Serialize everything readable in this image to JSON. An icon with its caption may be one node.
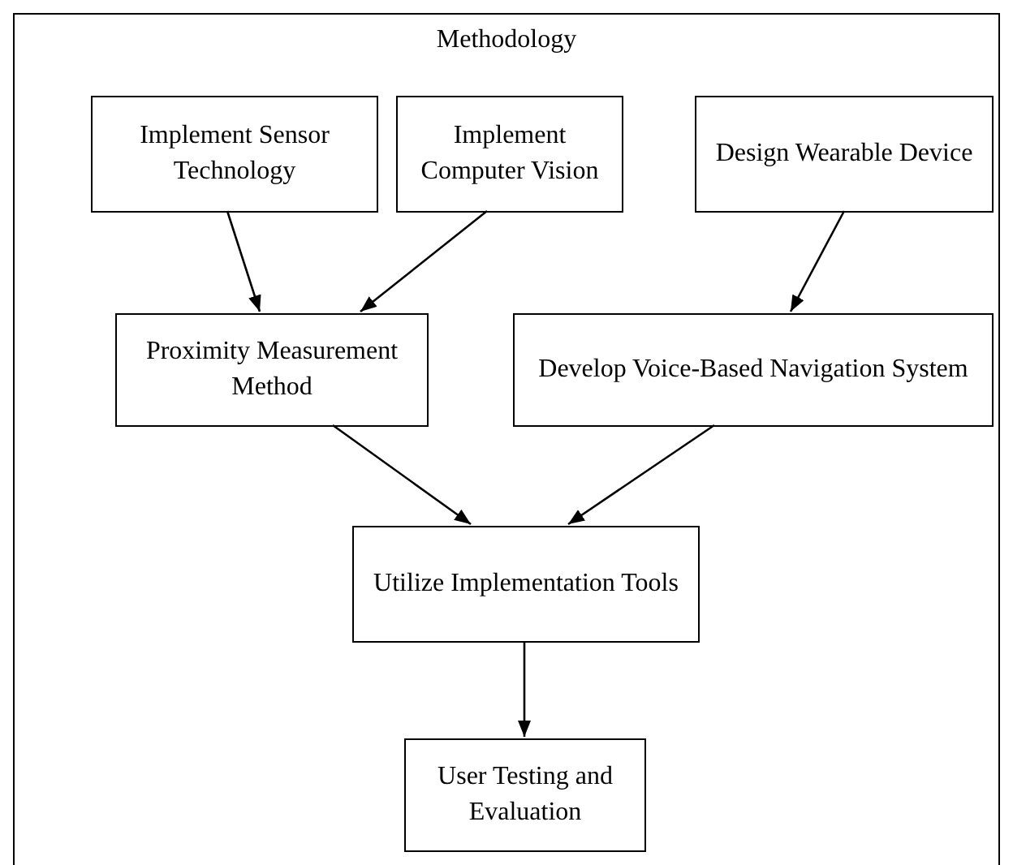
{
  "diagram": {
    "nodes": [
      {
        "text": [
          "Methodology"
        ]
      },
      {
        "text": [
          "Implement Sensor Technology"
        ],
        "in": 0
      },
      {
        "text": [
          "Implement Computer Vision"
        ],
        "in": 0
      },
      {
        "text": [
          "Design Wearable Device"
        ],
        "in": 0
      },
      {
        "text": [
          "Proximity Measurement Method"
        ],
        "in": 0
      },
      {
        "text": [
          "Develop Voice-Based Navigation System"
        ],
        "in": 0
      },
      {
        "text": [
          "Utilize Implementation Tools"
        ],
        "in": 0
      },
      {
        "text": [
          "User Testing and Evaluation"
        ],
        "in": 0
      }
    ],
    "edges": [
      {
        "from": 1,
        "to": 4,
        "arrow": "to"
      },
      {
        "from": 2,
        "to": 4,
        "arrow": "to"
      },
      {
        "from": 3,
        "to": 5,
        "arrow": "to"
      },
      {
        "from": 4,
        "to": 6,
        "arrow": "to"
      },
      {
        "from": 5,
        "to": 6,
        "arrow": "to"
      },
      {
        "from": 6,
        "to": 7,
        "arrow": "to"
      }
    ]
  }
}
